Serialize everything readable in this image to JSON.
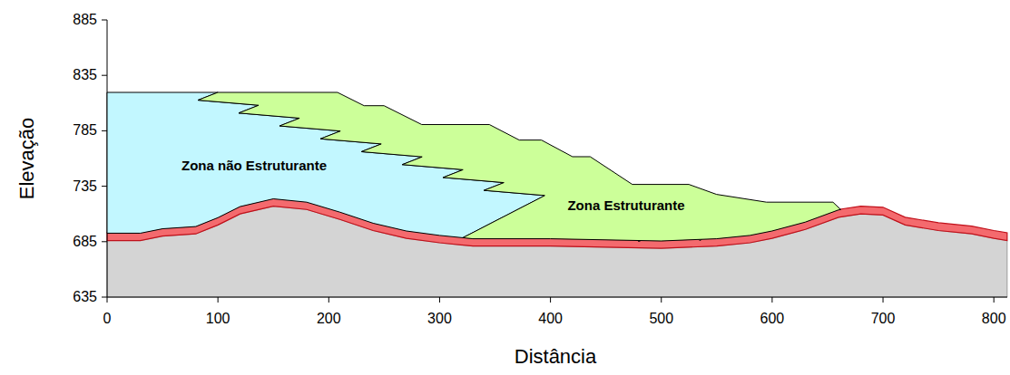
{
  "diagram": {
    "nodes": [
      {
        "text": [
          "Zona não Estruturante"
        ]
      },
      {
        "text": [
          "Zona Estruturante"
        ]
      }
    ],
    "labels": [
      "885",
      "835",
      "785",
      "735",
      "685",
      "635",
      "0",
      "100",
      "200",
      "300",
      "400",
      "500",
      "600",
      "700",
      "800",
      "Elevação",
      "Distância"
    ]
  }
}
